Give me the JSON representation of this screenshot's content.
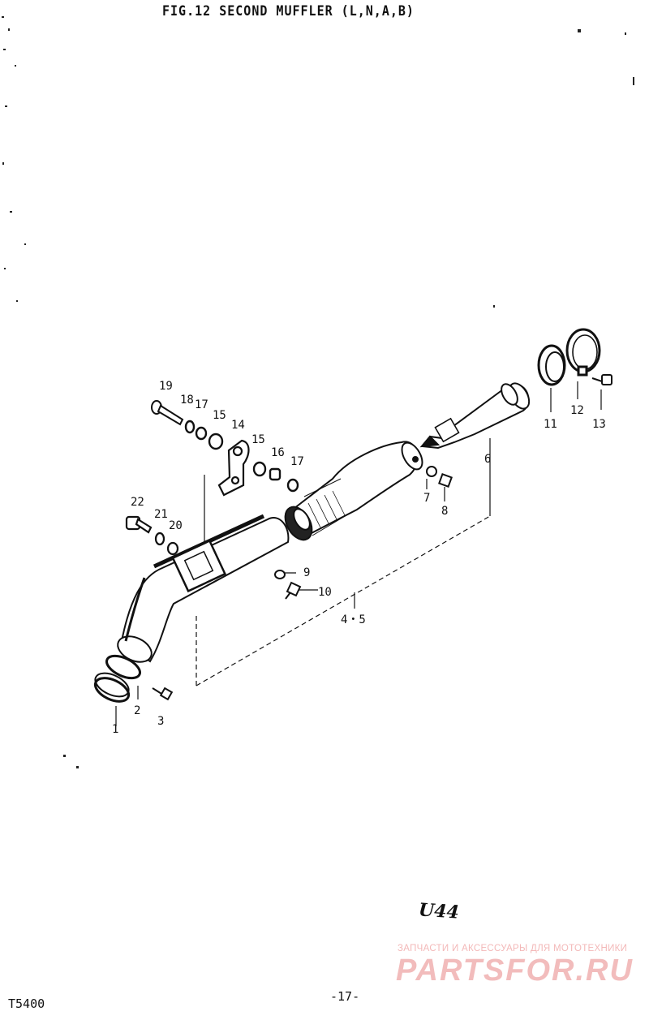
{
  "header": {
    "title": "FIG.12  SECOND MUFFLER (L,N,A,B)"
  },
  "callouts": {
    "c1": "1",
    "c2": "2",
    "c3": "3",
    "c45": "4・5",
    "c6": "6",
    "c7": "7",
    "c8": "8",
    "c9": "9",
    "c10": "10",
    "c11": "11",
    "c12": "12",
    "c13": "13",
    "c14": "14",
    "c15a": "15",
    "c15b": "15",
    "c16": "16",
    "c17a": "17",
    "c17b": "17",
    "c18": "18",
    "c19": "19",
    "c20": "20",
    "c21": "21",
    "c22": "22"
  },
  "stamp": "U44",
  "watermark": {
    "tagline": "ЗАПЧАСТИ И АКСЕССУАРЫ ДЛЯ МОТОТЕХНИКИ",
    "logo": "PARTSFOR.RU"
  },
  "footer": {
    "model": "T5400",
    "page": "-17-"
  },
  "colors": {
    "ink": "#111111",
    "watermark": "#f2bcbc"
  }
}
